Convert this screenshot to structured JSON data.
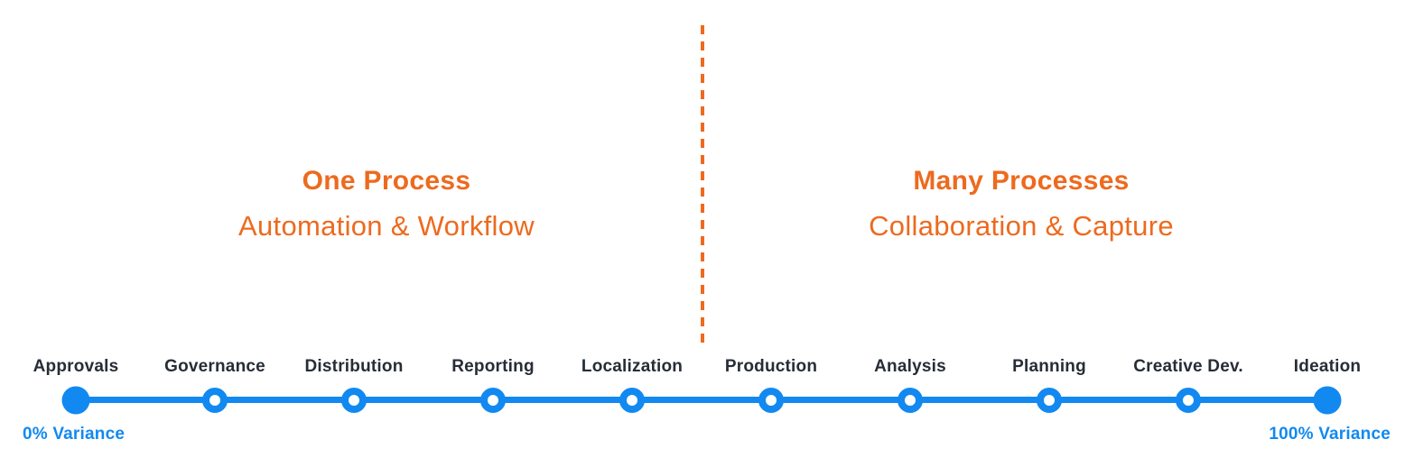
{
  "diagram": {
    "left_section": {
      "title": "One Process",
      "subtitle": "Automation & Workflow"
    },
    "right_section": {
      "title": "Many Processes",
      "subtitle": "Collaboration & Capture"
    },
    "timeline": {
      "milestones": [
        {
          "label": "Approvals",
          "filled": true
        },
        {
          "label": "Governance",
          "filled": false
        },
        {
          "label": "Distribution",
          "filled": false
        },
        {
          "label": "Reporting",
          "filled": false
        },
        {
          "label": "Localization",
          "filled": false
        },
        {
          "label": "Production",
          "filled": false
        },
        {
          "label": "Analysis",
          "filled": false
        },
        {
          "label": "Planning",
          "filled": false
        },
        {
          "label": "Creative Dev.",
          "filled": false
        },
        {
          "label": "Ideation",
          "filled": true
        }
      ],
      "start_label": "0% Variance",
      "end_label": "100% Variance"
    },
    "colors": {
      "accent_orange": "#ED6A1E",
      "accent_blue": "#1289F0",
      "label_dark": "#272D36"
    }
  }
}
